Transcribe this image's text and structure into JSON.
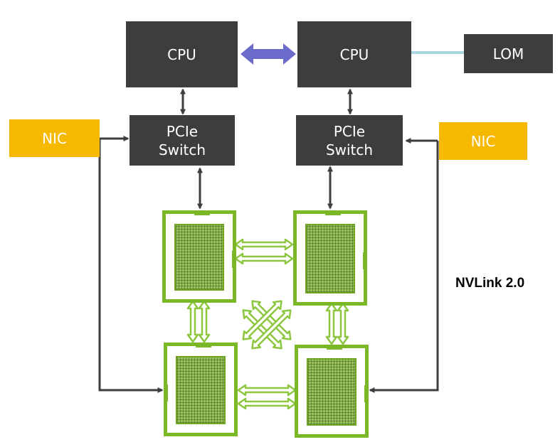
{
  "nodes": {
    "cpu_left": "CPU",
    "cpu_right": "CPU",
    "lom": "LOM",
    "pcie_left": "PCIe\nSwitch",
    "pcie_right": "PCIe\nSwitch",
    "nic_left": "NIC",
    "nic_right": "NIC"
  },
  "annotation": "NVLink 2.0",
  "colors": {
    "box_dark": "#3d3d3d",
    "nic": "#f7b800",
    "gpu_green": "#7ab828",
    "nvlink_arrow": "#8dc63f",
    "cpu_link": "#6b6bcc",
    "lom_link": "#a9d6de",
    "connector": "#3d3d3d"
  }
}
